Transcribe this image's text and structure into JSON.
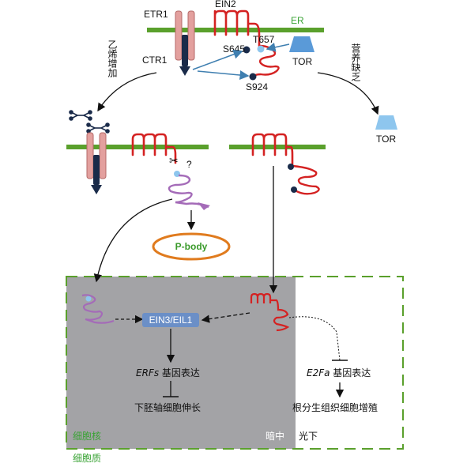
{
  "colors": {
    "membrane": "#5aa02c",
    "ein2": "#d42222",
    "receptor": "#e3a09e",
    "ctr1": "#1a2b4a",
    "tor": "#5a9ad8",
    "tor_light": "#8ec6ee",
    "purple": "#a46bb8",
    "pbody": "#e07b1e",
    "pbody_text": "#3a9a2a",
    "nucleus": "#a3a3a6",
    "ein3_box": "#6b8fc7",
    "green_text": "#3aa335",
    "arrow_blue": "#3f7fb0"
  },
  "labels": {
    "etr1": "ETR1",
    "ein2": "EIN2",
    "er": "ER",
    "ctr1": "CTR1",
    "s645": "S645",
    "t657": "T657",
    "s924": "S924",
    "tor_top": "TOR",
    "tor_right": "TOR",
    "ethylene": "乙烯增加",
    "nutrient": "营养缺乏",
    "question": "?",
    "pbody": "P-body",
    "ein3": "EIN3/EIL1",
    "erfs_italic": "ERFs",
    "erfs_rest": " 基因表达",
    "hypocotyl": "下胚轴细胞伸长",
    "e2fa_italic": "E2Fa",
    "e2fa_rest": " 基因表达",
    "meristem": "根分生组织细胞增殖",
    "nucleus": "细胞核",
    "dark": "暗中",
    "light": "光下",
    "cytoplasm": "细胞质"
  }
}
